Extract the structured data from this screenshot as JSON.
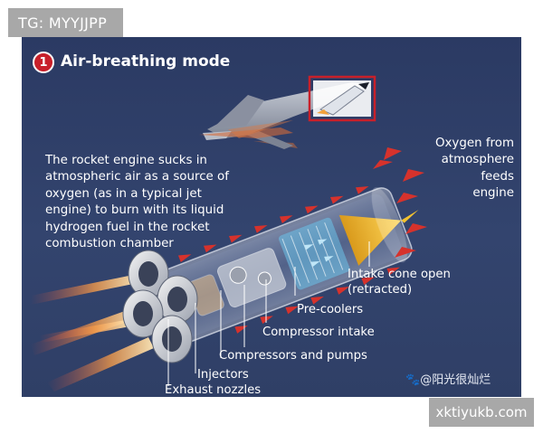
{
  "badges": {
    "top_left": "TG: MYYJJPP",
    "bottom_right": "xktiyukb.com"
  },
  "diagram": {
    "step_number": "1",
    "title": "Air-breathing mode",
    "description": "The rocket engine sucks in\natmospheric air as a source of\noxygen (as in a typical jet\nengine) to burn with its liquid\nhydrogen fuel in the rocket\ncombustion chamber",
    "oxygen_note": "Oxygen from\natmosphere\nfeeds\nengine",
    "labels": {
      "intake_cone": "Intake cone open\n(retracted)",
      "precoolers": "Pre-coolers",
      "compressor_intake": "Compressor intake",
      "compressors_pumps": "Compressors and pumps",
      "injectors": "Injectors",
      "exhaust_nozzles": "Exhaust nozzles"
    },
    "watermark": "@阳光很灿烂",
    "colors": {
      "background": "#2f3f66",
      "accent_red": "#c8202a",
      "flow_arrows": "#d6322c",
      "intake_cone": "#f2c230",
      "precooler_blue": "#6cc3ea"
    }
  }
}
